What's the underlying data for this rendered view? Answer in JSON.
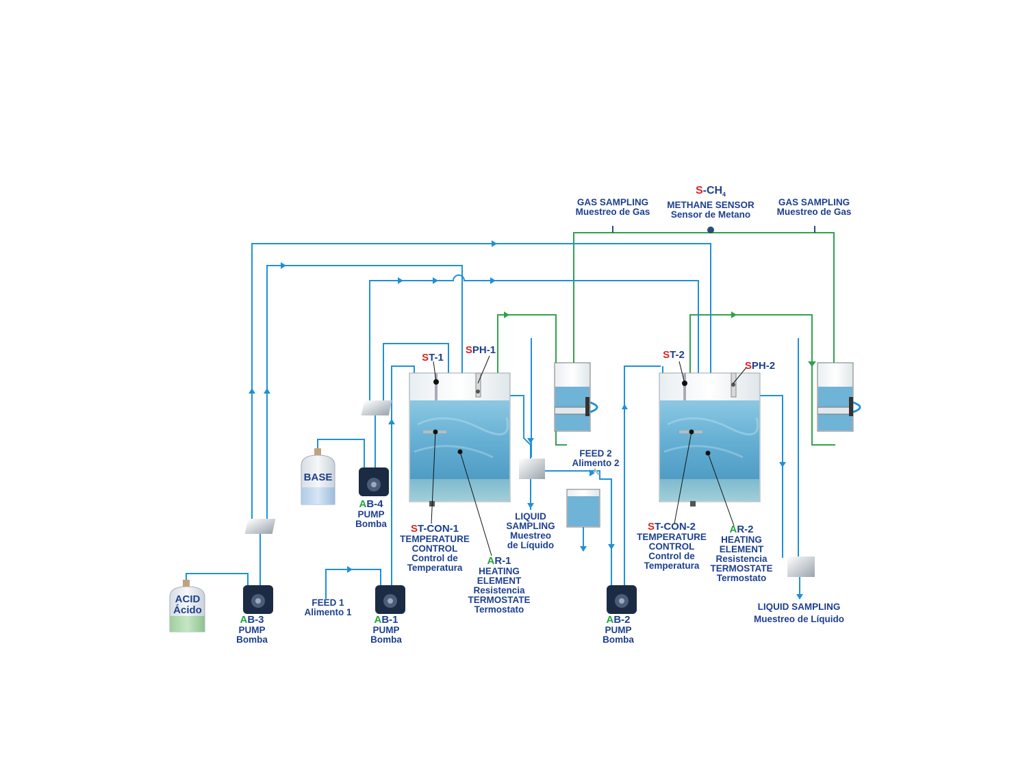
{
  "colors": {
    "text": "#1c3f8f",
    "red_prefix": "#e0201e",
    "green_prefix": "#1fa33a",
    "liquid_line": "#1e90d8",
    "gas_line": "#2fa24a",
    "tank_water": "#6fb8d8"
  },
  "labels": {
    "s_ch4": {
      "prefix": "S",
      "rest": "-CH",
      "sub": "4",
      "line2": "METHANE SENSOR",
      "line3": "Sensor de Metano"
    },
    "gas_sampling_1": {
      "line1": "GAS SAMPLING",
      "line2": "Muestreo de Gas"
    },
    "gas_sampling_2": {
      "line1": "GAS SAMPLING",
      "line2": "Muestreo de Gas"
    },
    "st1": {
      "prefix": "S",
      "rest": "T-1"
    },
    "sph1": {
      "prefix": "S",
      "rest": "PH-1"
    },
    "st2": {
      "prefix": "S",
      "rest": "T-2"
    },
    "sph2": {
      "prefix": "S",
      "rest": "PH-2"
    },
    "base": {
      "text": "BASE"
    },
    "acid": {
      "line1": "ACID",
      "line2": "Ácido"
    },
    "ab4": {
      "prefix": "A",
      "rest": "B-4",
      "line2": "PUMP",
      "line3": "Bomba"
    },
    "ab3": {
      "prefix": "A",
      "rest": "B-3",
      "line2": "PUMP",
      "line3": "Bomba"
    },
    "ab1": {
      "prefix": "A",
      "rest": "B-1",
      "line2": "PUMP",
      "line3": "Bomba"
    },
    "ab2": {
      "prefix": "A",
      "rest": "B-2",
      "line2": "PUMP",
      "line3": "Bomba"
    },
    "stcon1": {
      "prefix": "S",
      "rest": "T-CON-1",
      "line2": "TEMPERATURE",
      "line3": "CONTROL",
      "line4": "Control de",
      "line5": "Temperatura"
    },
    "stcon2": {
      "prefix": "S",
      "rest": "T-CON-2",
      "line2": "TEMPERATURE",
      "line3": "CONTROL",
      "line4": "Control de",
      "line5": "Temperatura"
    },
    "ar1": {
      "prefix": "A",
      "rest": "R-1",
      "line2": "HEATING",
      "line3": "ELEMENT",
      "line4": "Resistencia",
      "line5": "TERMOSTATE",
      "line6": "Termostato"
    },
    "ar2": {
      "prefix": "A",
      "rest": "R-2",
      "line2": "HEATING",
      "line3": "ELEMENT",
      "line4": "Resistencia",
      "line5": "TERMOSTATE",
      "line6": "Termostato"
    },
    "liquid_sampling_1": {
      "line1": "LIQUID",
      "line2": "SAMPLING",
      "line3": "Muestreo",
      "line4": "de Líquido"
    },
    "liquid_sampling_2": {
      "line1": "LIQUID SAMPLING",
      "line2": "Muestreo de Líquido"
    },
    "feed1": {
      "line1": "FEED 1",
      "line2": "Alimento 1"
    },
    "feed2": {
      "line1": "FEED 2",
      "line2": "Alimento 2"
    }
  }
}
